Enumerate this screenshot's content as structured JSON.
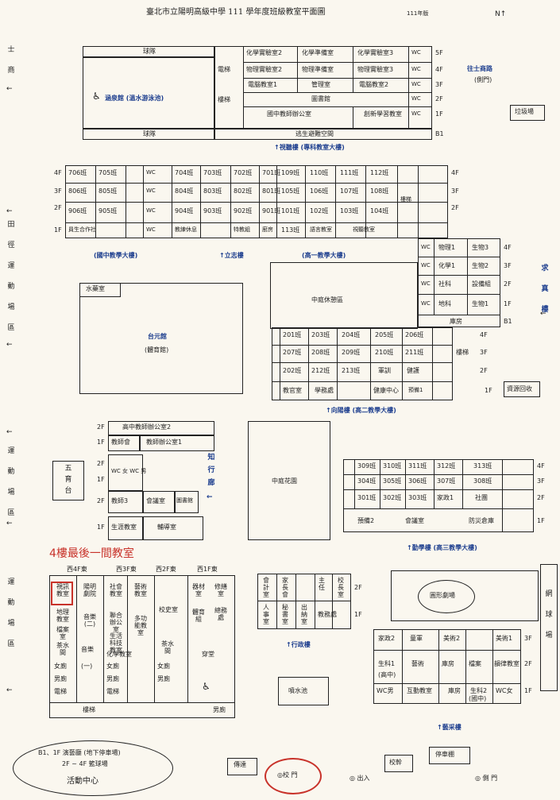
{
  "title": "臺北市立陽明高級中學 111 學年度班級教室平面圖",
  "title_note": "111年版",
  "compass": "N↑",
  "colors": {
    "ink": "#222222",
    "blue": "#1e3f8f",
    "red": "#c8322a",
    "paper": "#faf7ef"
  },
  "left_labels": {
    "top": "士商",
    "mid": "田徑運動場區",
    "lower": "運動場區",
    "bottom": "運動場區"
  },
  "right_labels": {
    "road": "往士商路",
    "road2": "(側門)",
    "trash": "垃圾場",
    "qiuzhen": "求真樓",
    "recycle": "資源回收",
    "net": "網球場"
  },
  "block1": {
    "ball_top": "球隊",
    "ball_bottom": "球隊",
    "pool": "涵泉館 (溫水游泳池)",
    "stair1": "電梯",
    "stair2": "樓梯",
    "rows": [
      [
        "化學實驗室2",
        "化學準備室",
        "化學實驗室3"
      ],
      [
        "物理實驗室2",
        "物理準備室",
        "物理實驗室3"
      ],
      [
        "電腦教室1",
        "管理室",
        "電腦教室2"
      ],
      [
        "圖書館"
      ],
      [
        "國中教師辦公室",
        "創新學習教室"
      ]
    ],
    "floors": [
      "5F",
      "4F",
      "3F",
      "2F",
      "1F",
      "B1"
    ],
    "wc": "WC",
    "shelter": "逃生避難空間",
    "caption": "↑視聽樓 (專科教室大樓)"
  },
  "block2": {
    "floors": [
      "4F",
      "3F",
      "2F",
      "1F"
    ],
    "rows": [
      [
        "706班",
        "705班",
        "WC",
        "704班",
        "703班",
        "702班",
        "701班"
      ],
      [
        "806班",
        "805班",
        "WC",
        "804班",
        "803班",
        "802班",
        "801班"
      ],
      [
        "906班",
        "905班",
        "WC",
        "904班",
        "903班",
        "902班",
        "901班"
      ],
      [
        "員生合作社",
        "",
        "WC",
        "教練休息",
        "",
        "特教組",
        "廚房"
      ]
    ],
    "rows_right": [
      [
        "109班",
        "110班",
        "111班",
        "112班"
      ],
      [
        "105班",
        "106班",
        "107班",
        "108班"
      ],
      [
        "101班",
        "102班",
        "103班",
        "104班"
      ],
      [
        "113班",
        "語言教室",
        "視聽教室",
        ""
      ]
    ],
    "stair": "樓梯",
    "caption_a": "(國中教學大樓)",
    "caption_b": "↑立志樓",
    "caption_c": "(高一教學大樓)"
  },
  "east": {
    "rows": [
      [
        "物理1",
        "生物3"
      ],
      [
        "化學1",
        "生物2"
      ],
      [
        "社科",
        "設備組"
      ],
      [
        "地科",
        "生物1"
      ]
    ],
    "floors": [
      "4F",
      "3F",
      "2F",
      "1F",
      "B1"
    ],
    "storage": "庫房",
    "wc": "WC"
  },
  "center": {
    "water": "水藥室",
    "rest": "中庭休憩區",
    "gym": "台元館",
    "gym2": "(體育館)",
    "garden": "中庭花園",
    "fountain": "噴水池"
  },
  "block3": {
    "rows": [
      [
        "201班",
        "203班",
        "204班",
        "205班",
        "206班"
      ],
      [
        "207班",
        "208班",
        "209班",
        "210班",
        "211班"
      ],
      [
        "202班",
        "212班",
        "213班",
        "軍訓",
        "健護"
      ],
      [
        "教官室",
        "學務處",
        "健康中心",
        "預備1",
        ""
      ]
    ],
    "floors": [
      "4F",
      "3F",
      "2F",
      "1F"
    ],
    "stair": "樓梯",
    "caption": "↑向陽樓 (高二教學大樓)"
  },
  "teacher": {
    "r1": "高中教師辦公室2",
    "r2a": "教師會",
    "r2b": "教師辦公室1",
    "r3": "WC 女 WC 男",
    "r4a": "教師3",
    "r4b": "會議室",
    "r4c": "圖書館",
    "r5a": "生涯教室",
    "r5b": "輔導室",
    "floors": [
      "2F",
      "1F",
      "2F",
      "1F",
      "2F",
      "1F"
    ],
    "wuyu": "五育台",
    "zhixing": "知行廊"
  },
  "block4": {
    "rows": [
      [
        "309班",
        "310班",
        "311班",
        "312班",
        "313班"
      ],
      [
        "304班",
        "305班",
        "306班",
        "307班",
        "308班"
      ],
      [
        "301班",
        "302班",
        "303班",
        "家政1",
        "社團"
      ],
      [
        "預備2",
        "會議室",
        "",
        "防災倉庫",
        ""
      ]
    ],
    "floors": [
      "4F",
      "3F",
      "2F",
      "1F"
    ],
    "caption": "↑勤學樓 (高三教學大樓)"
  },
  "annotation": "4樓最後一間教室",
  "block5": {
    "headers": [
      "西4F東",
      "西3F東",
      "西2F東",
      "西1F東"
    ],
    "col1": [
      "視訊教室",
      "地理教室",
      "檔案室",
      "茶水間",
      "女廁",
      "男廁",
      "電梯"
    ],
    "col2": [
      "陽明劇院",
      "音樂(二)",
      "音樂",
      "(一)"
    ],
    "col3": [
      "社會教室",
      "聯合辦公室",
      "生活科技教室",
      "化學教室",
      "女廁",
      "男廁",
      "電梯"
    ],
    "col4": [
      "藝術教室",
      "多功能教室",
      "茶水間",
      "女廁",
      "男廁"
    ],
    "col5": [
      "校史室",
      "器材室",
      "體育組",
      "修繕室",
      "總務處",
      "穿堂"
    ],
    "bottom": "樓梯",
    "bottom2": "男廁"
  },
  "admin": {
    "cells": [
      "會計室",
      "家長會",
      "人事室",
      "秘書室",
      "校長室",
      "教務處",
      "主任",
      "出納室"
    ],
    "floors": [
      "2F",
      "1F"
    ],
    "caption": "↑行政樓"
  },
  "arts": {
    "theater": "圓形劇場",
    "row3": [
      "家政2",
      "童軍",
      "美術2",
      "美術1"
    ],
    "row2": [
      "生科1",
      "藝術",
      "庫房",
      "檔案",
      "韻律教室"
    ],
    "row2b": "(高中)",
    "row1": [
      "WC男",
      "互動教室",
      "庫房",
      "生科2",
      "WC女"
    ],
    "row1b": "(國中)",
    "floors": [
      "3F",
      "2F",
      "1F"
    ],
    "caption": "↑藝采樓"
  },
  "bottom": {
    "activity1": "B1、1F 演藝廳 (地下停車場)",
    "activity2": "2F ~ 4F 籃球場",
    "activity3": "活動中心",
    "guard": "傳達",
    "main_gate": "◎校 門",
    "exit": "◎ 出入",
    "xiaoxing": "校幹",
    "parking": "停車棚",
    "side_gate": "◎ 側 門"
  }
}
